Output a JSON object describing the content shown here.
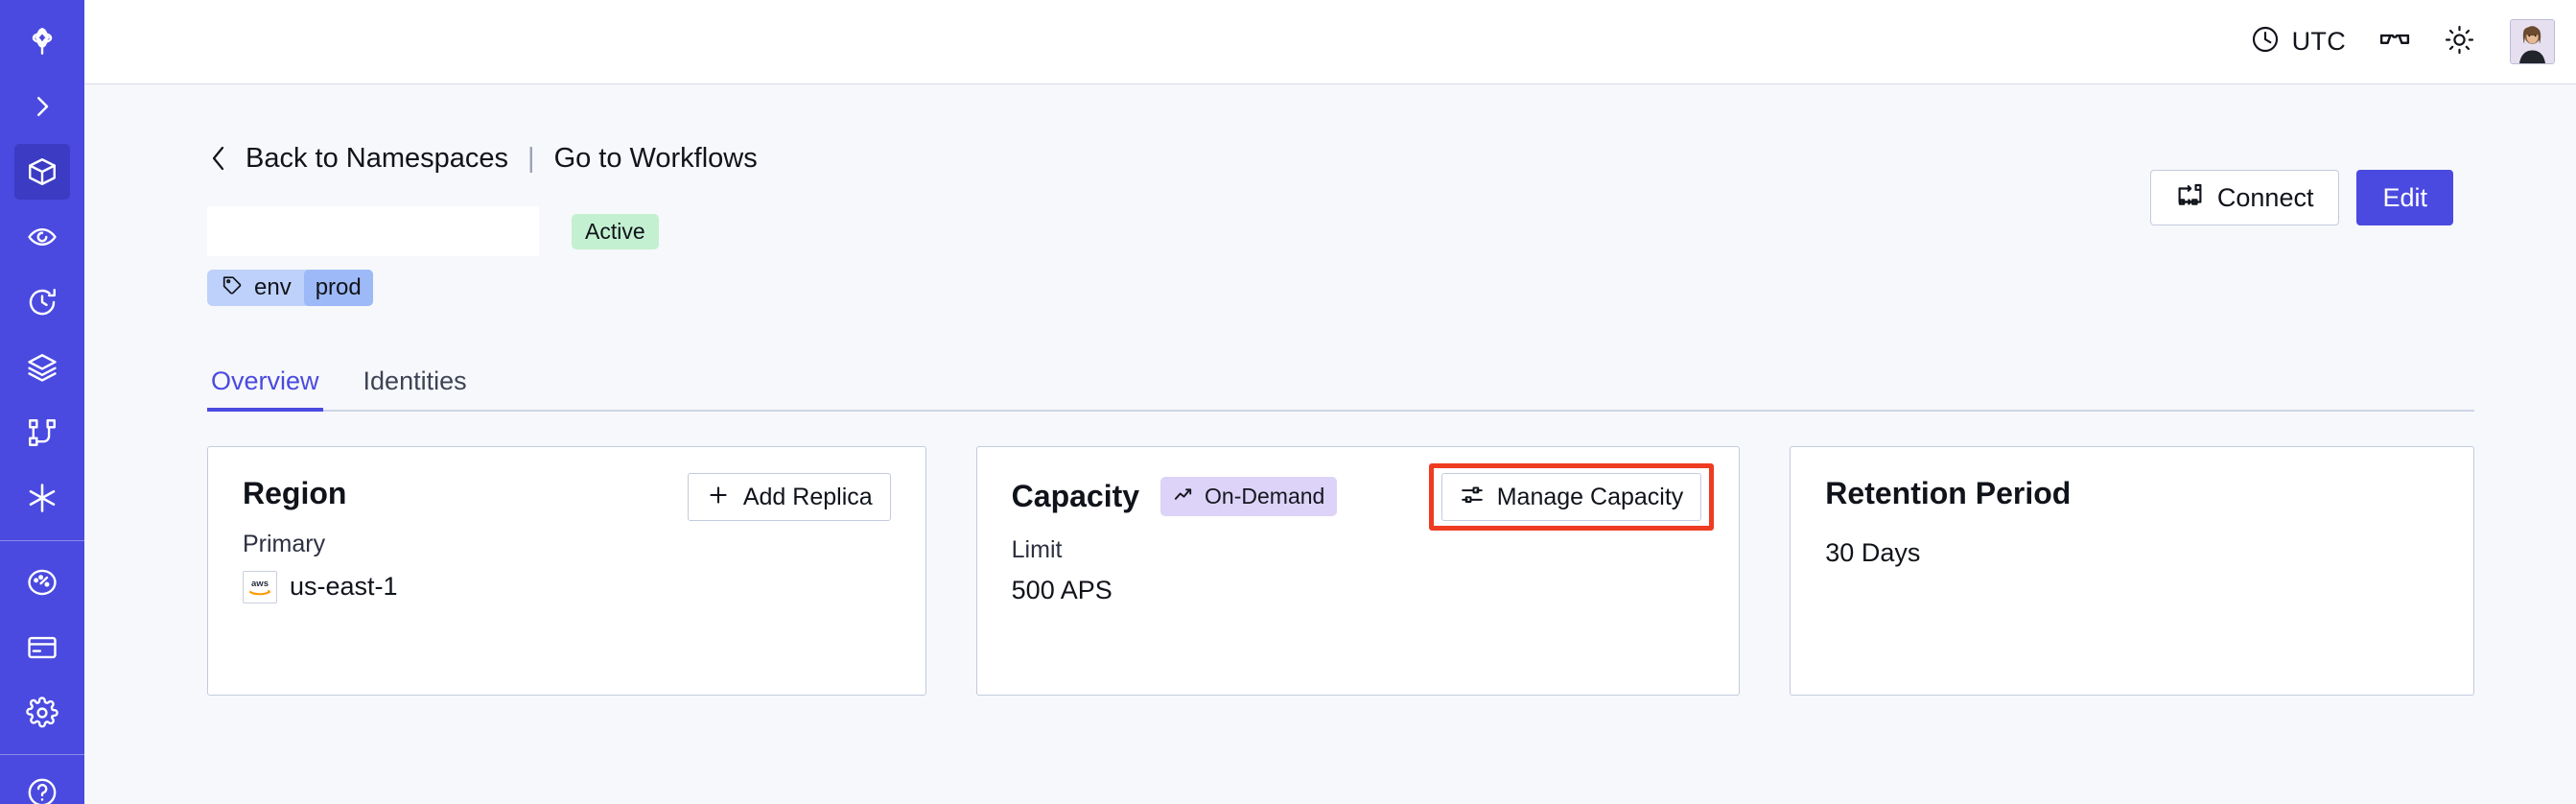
{
  "sidebar": {
    "items": [
      {
        "name": "logo",
        "icon": "sparkle-logo-icon",
        "active": false
      },
      {
        "name": "expand",
        "icon": "chevron-right-icon",
        "active": false
      },
      {
        "name": "namespaces",
        "icon": "cube-icon",
        "active": true
      },
      {
        "name": "observability",
        "icon": "eye-icon",
        "active": false
      },
      {
        "name": "schedules",
        "icon": "clock-rotate-icon",
        "active": false
      },
      {
        "name": "batch",
        "icon": "layers-icon",
        "active": false
      },
      {
        "name": "workflows",
        "icon": "sitemap-icon",
        "active": false
      },
      {
        "name": "nexus",
        "icon": "asterisk-icon",
        "active": false
      },
      {
        "name": "usage",
        "icon": "gauge-icon",
        "active": false
      },
      {
        "name": "billing",
        "icon": "credit-card-icon",
        "active": false
      },
      {
        "name": "settings",
        "icon": "gear-icon",
        "active": false
      },
      {
        "name": "help",
        "icon": "help-circle-icon",
        "active": false
      }
    ]
  },
  "topbar": {
    "timezone_label": "UTC",
    "timezone_icon": "clock-icon",
    "glasses_icon": "glasses-icon",
    "theme_icon": "sun-icon",
    "avatar_icon": "user-avatar"
  },
  "breadcrumb": {
    "back_icon": "chevron-left-icon",
    "back_label": "Back to Namespaces",
    "separator": "|",
    "forward_label": "Go to Workflows"
  },
  "page": {
    "title": "",
    "status_badge": "Active",
    "tag": {
      "icon": "tag-icon",
      "key": "env",
      "value": "prod"
    },
    "actions": {
      "connect_label": "Connect",
      "connect_icon": "connect-icon",
      "edit_label": "Edit"
    }
  },
  "tabs": [
    {
      "label": "Overview",
      "active": true
    },
    {
      "label": "Identities",
      "active": false
    }
  ],
  "cards": {
    "region": {
      "title": "Region",
      "action_label": "Add Replica",
      "action_icon": "plus-icon",
      "label": "Primary",
      "provider_icon": "aws-logo-icon",
      "value": "us-east-1"
    },
    "capacity": {
      "title": "Capacity",
      "badge_label": "On-Demand",
      "badge_icon": "trending-up-icon",
      "action_label": "Manage Capacity",
      "action_icon": "sliders-icon",
      "action_highlighted": true,
      "highlight_color": "#ef3b21",
      "label": "Limit",
      "value": "500 APS"
    },
    "retention": {
      "title": "Retention Period",
      "value": "30 Days"
    }
  },
  "colors": {
    "brand": "#4a4ae0",
    "page_bg": "#f7f8fb",
    "card_border": "#c3cade",
    "status_active_bg": "#c4f0d2",
    "badge_ondemand_bg": "#ddd3f8",
    "tag_bg": "#bed1fb",
    "tag_value_bg": "#9db9f7",
    "highlight": "#ef3b21"
  }
}
